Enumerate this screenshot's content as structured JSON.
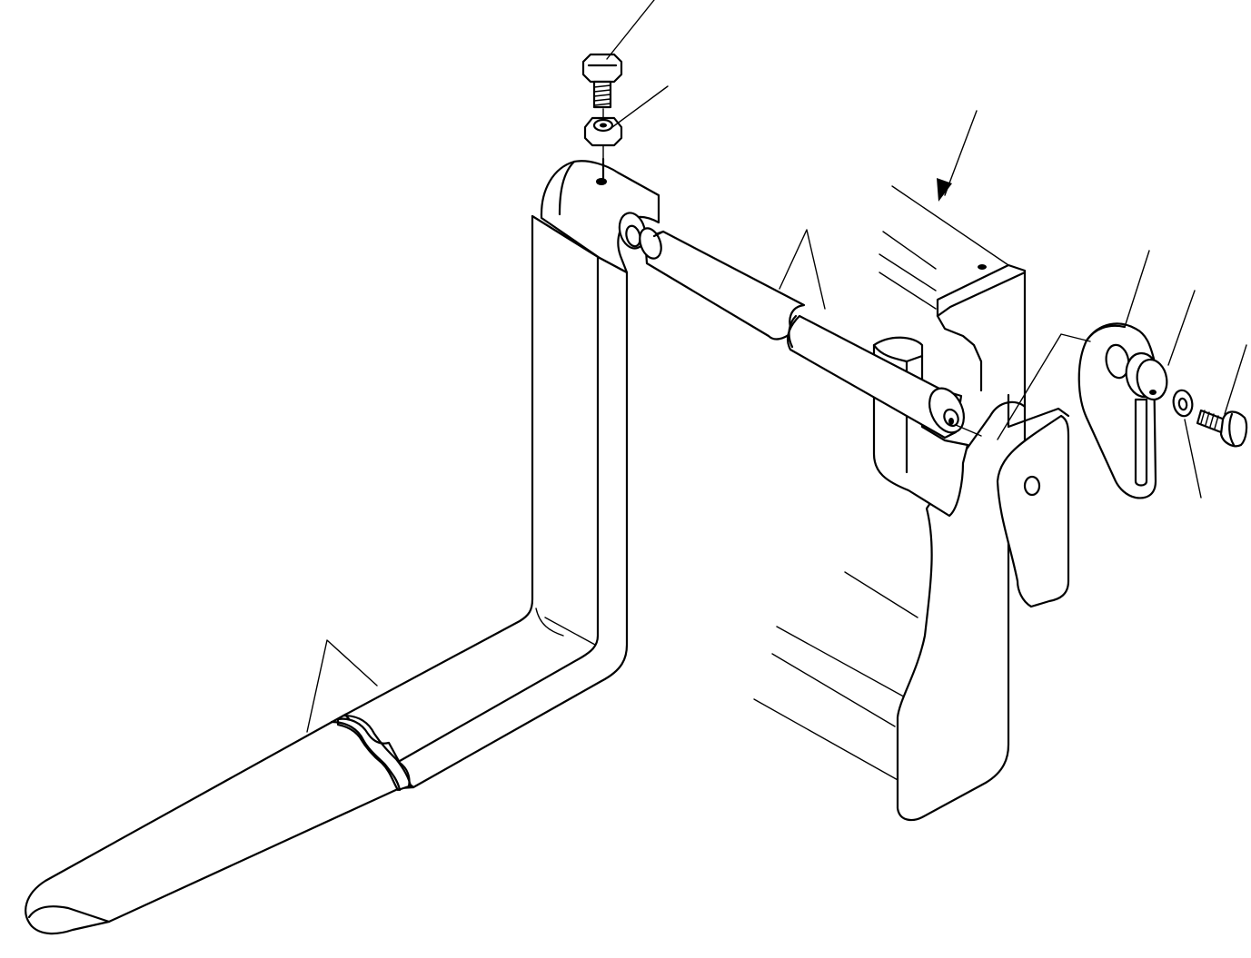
{
  "diagram": {
    "kind": "exploded-parts-drawing",
    "colors": {
      "line": "#000000",
      "background": "#ffffff"
    },
    "parts": [
      {
        "id": "bolt-top",
        "icon": "hex-bolt-icon"
      },
      {
        "id": "nut-top",
        "icon": "hex-nut-icon"
      },
      {
        "id": "fork-tine",
        "icon": "fork-tine-icon"
      },
      {
        "id": "shaft-pin",
        "icon": "shaft-icon"
      },
      {
        "id": "carriage",
        "icon": "carriage-frame-icon"
      },
      {
        "id": "lock-plate",
        "icon": "plate-icon"
      },
      {
        "id": "roller",
        "icon": "roller-icon"
      },
      {
        "id": "washer",
        "icon": "washer-icon"
      },
      {
        "id": "bolt-side",
        "icon": "hex-bolt-icon"
      }
    ]
  }
}
